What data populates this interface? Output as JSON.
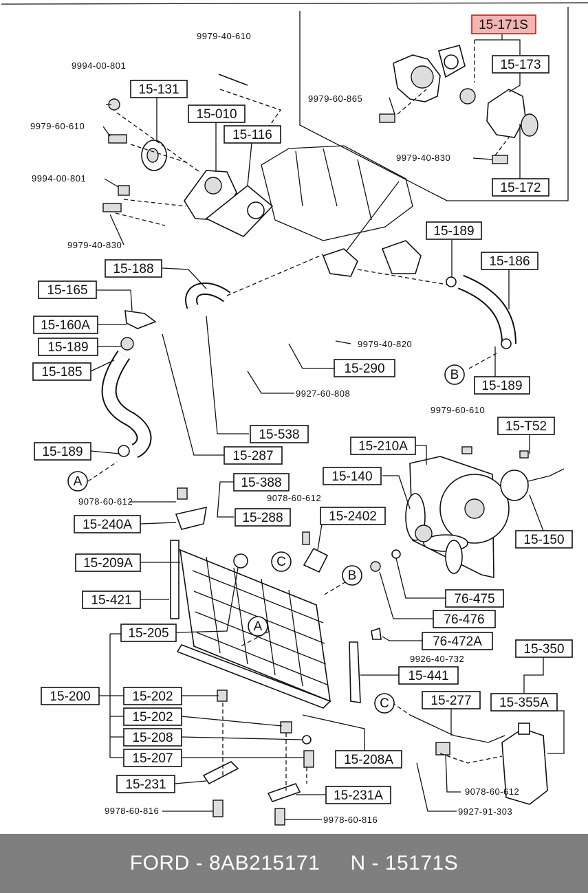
{
  "diagram": {
    "labels": {
      "l15171s": "15-171S",
      "l15173": "15-173",
      "l15172": "15-172",
      "l15131": "15-131",
      "l15010": "15-010",
      "l15116": "15-116",
      "l15189a": "15-189",
      "l15186": "15-186",
      "l15188": "15-188",
      "l15165": "15-165",
      "l15160a": "15-160A",
      "l15189b": "15-189",
      "l15185": "15-185",
      "l15290": "15-290",
      "l15189c": "15-189",
      "l15538": "15-538",
      "l15210a": "15-210A",
      "l15t52": "15-T52",
      "l15189d": "15-189",
      "l15287": "15-287",
      "l15140": "15-140",
      "l15388": "15-388",
      "l15288": "15-288",
      "l152402": "15-2402",
      "l15240a": "15-240A",
      "l15150": "15-150",
      "l15209a": "15-209A",
      "l76475": "76-475",
      "l15421": "15-421",
      "l76476": "76-476",
      "l15205": "15-205",
      "l76472a": "76-472A",
      "l15350": "15-350",
      "l15441": "15-441",
      "l15200": "15-200",
      "l15202a": "15-202",
      "l15277": "15-277",
      "l15355a": "15-355A",
      "l15202b": "15-202",
      "l15208": "15-208",
      "l15207": "15-207",
      "l15208a": "15-208A",
      "l15231": "15-231",
      "l15231a": "15-231A"
    },
    "small": {
      "s1": "9979-40-610",
      "s2": "9994-00-801",
      "s3": "9979-60-865",
      "s4": "9979-60-610",
      "s5": "9979-40-830",
      "s6": "9994-00-801",
      "s7": "9979-40-830",
      "s8": "9979-40-820",
      "s9": "9927-60-808",
      "s10": "9979-60-610",
      "s11": "9078-60-612",
      "s12": "9078-60-612",
      "s13": "9926-40-732",
      "s14": "9078-60-612",
      "s15": "9978-60-816",
      "s16": "9927-91-303",
      "s17": "9978-60-816"
    },
    "refs": {
      "A": "A",
      "B": "B",
      "C": "C"
    },
    "highlight_color": "#f3b5b3"
  },
  "footer": {
    "brand": "FORD",
    "sep": "-",
    "part_number": "8AB215171",
    "n_prefix": "N",
    "n_number": "15171S"
  }
}
